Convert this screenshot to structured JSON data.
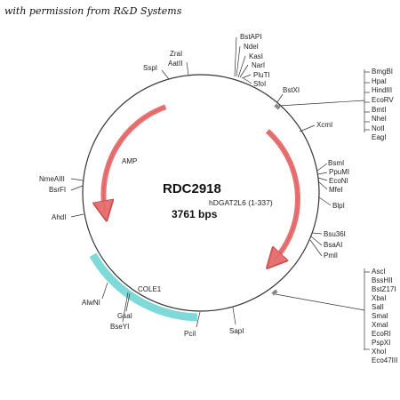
{
  "credit": "with permission from R&D Systems",
  "plasmid": {
    "name": "RDC2918",
    "insert": "hDGAT2L6 (1-337)",
    "size": "3761 bps"
  },
  "features": {
    "amp": "AMP",
    "cole1": "COLE1"
  },
  "colors": {
    "backbone": "#333333",
    "arrow": "#e87272",
    "arrow_stroke": "#c85252",
    "ori": "#7fd9d9",
    "ori_stroke": "#5bbebe",
    "marker": "#888888"
  },
  "sites": {
    "bstapi": "BstAPI",
    "ndei": "NdeI",
    "kasi": "KasI",
    "nari": "NarI",
    "plutI": "PluTI",
    "sfoi": "SfoI",
    "zrai": "ZraI",
    "aatii": "AatII",
    "sspi": "SspI",
    "bstxi": "BstXI",
    "bmgbi": "BmgBI",
    "hpai": "HpaI",
    "hindiii": "HindIII",
    "ecorv": "EcoRV",
    "bmti": "BmtI",
    "nhei": "NheI",
    "noti": "NotI",
    "eagi": "EagI",
    "xcmi": "XcmI",
    "bsmi": "BsmI",
    "ppumi": "PpuMI",
    "ecoNI": "EcoNI",
    "mfei": "MfeI",
    "blpi": "BlpI",
    "bsu36i": "Bsu36I",
    "bsaai": "BsaAI",
    "pmli": "PmlI",
    "asci": "AscI",
    "bsshii": "BssHII",
    "bstz17i": "BstZ17I",
    "xbai": "XbaI",
    "sali": "SalI",
    "smai": "SmaI",
    "xmai": "XmaI",
    "ecori": "EcoRI",
    "pspxi": "PspXI",
    "xhoi": "XhoI",
    "eco47iii": "Eco47III",
    "sapi": "SapI",
    "pcii": "PciI",
    "gsai": "GsaI",
    "bseyi": "BseYI",
    "alwni": "AlwNI",
    "ahdi": "AhdI",
    "nmeaiii": "NmeAIII",
    "bsrfi": "BsrFI"
  }
}
